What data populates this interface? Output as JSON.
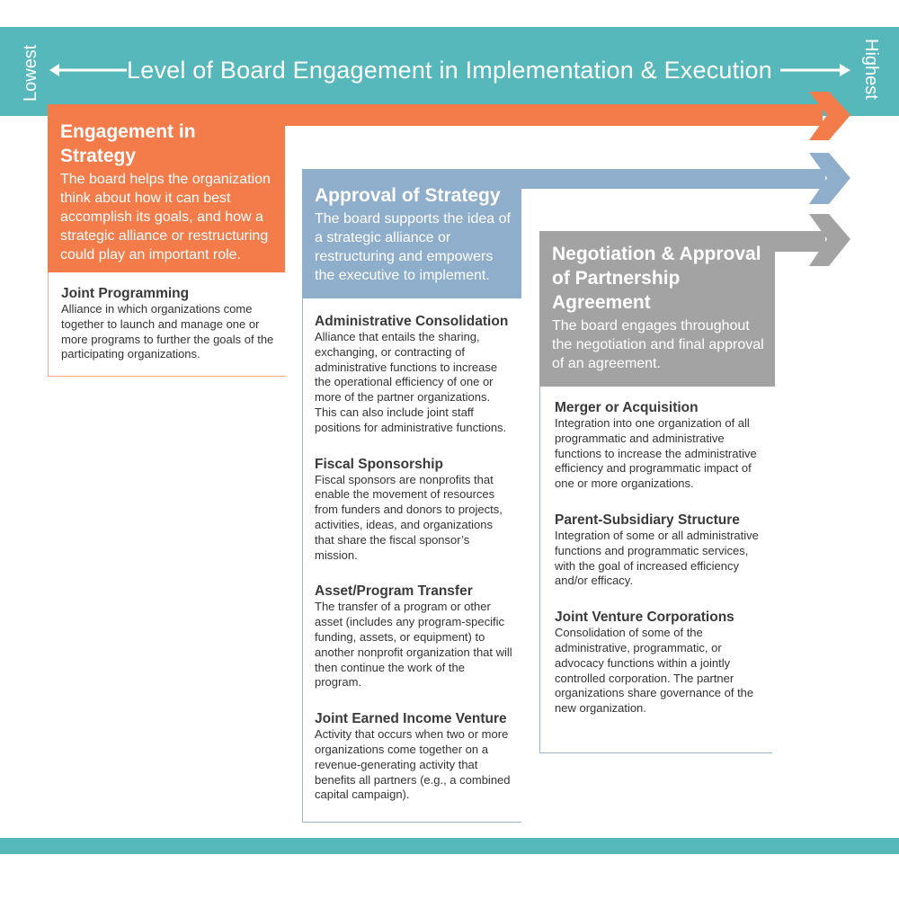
{
  "colors": {
    "teal": "#57b8bb",
    "orange": "#f47b4a",
    "blue": "#8eaecb",
    "gray": "#a3a3a3"
  },
  "banner": {
    "title": "Level of Board Engagement in Implementation & Execution",
    "low_label": "Lowest",
    "high_label": "Highest"
  },
  "columns": [
    {
      "title": "Engagement in Strategy",
      "description": "The board helps the organization think about how it can best accomplish its goals, and how a strategic alliance or restructuring could play an important role.",
      "items": [
        {
          "title": "Joint Programming",
          "description": "Alliance in which organizations come together to launch and manage one or more programs to further the goals of the participating organizations."
        }
      ]
    },
    {
      "title": "Approval of Strategy",
      "description": "The board supports the idea of a strategic alliance or restructuring and empowers the executive to implement.",
      "items": [
        {
          "title": "Administrative Consolidation",
          "description": "Alliance that entails the sharing, exchanging, or contracting of administrative functions to increase the operational efficiency of one or more of the partner organizations. This can also include joint staff positions for administrative functions."
        },
        {
          "title": "Fiscal Sponsorship",
          "description": "Fiscal sponsors are nonprofits that enable the movement of resources from funders and donors to projects, activities, ideas, and organizations that share the fiscal sponsor’s mission."
        },
        {
          "title": "Asset/Program Transfer",
          "description": "The transfer of a program or other asset (includes any program-specific funding, assets, or equipment) to another nonprofit organization that will then continue the work of the program."
        },
        {
          "title": "Joint Earned Income Venture",
          "description": "Activity that occurs when two or more organizations come together on a revenue-generating activity that benefits all partners (e.g., a combined capital campaign)."
        }
      ]
    },
    {
      "title": "Negotiation & Approval of Partnership Agreement",
      "description": "The board engages throughout the negotiation and final approval of an agreement.",
      "items": [
        {
          "title": "Merger or Acquisition",
          "description": "Integration into one organization of all programmatic and administrative functions to increase the administrative efficiency and programmatic impact of one or more organizations."
        },
        {
          "title": "Parent-Subsidiary Structure",
          "description": "Integration of some or all administrative functions and programmatic services, with the goal of increased efficiency and/or efficacy."
        },
        {
          "title": "Joint Venture Corporations",
          "description": "Consolidation of some of the administrative, programmatic, or advocacy functions within a jointly controlled corporation. The partner organizations share governance of the new organization."
        }
      ]
    }
  ]
}
